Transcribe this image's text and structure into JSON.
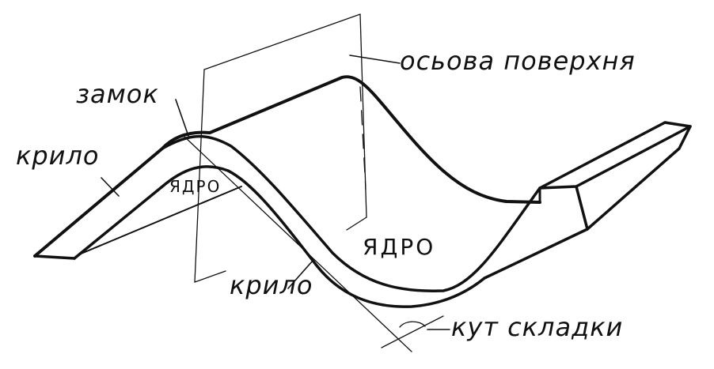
{
  "labels": {
    "axial_surface": "осьова поверхня",
    "hinge": "замок",
    "limb_left": "крило",
    "limb_bottom": "крило",
    "core_left": "ЯДРО",
    "core_center": "ЯДРО",
    "interlimb_angle": "кут складки"
  },
  "colors": {
    "ink": "#111111",
    "paper": "#ffffff"
  }
}
